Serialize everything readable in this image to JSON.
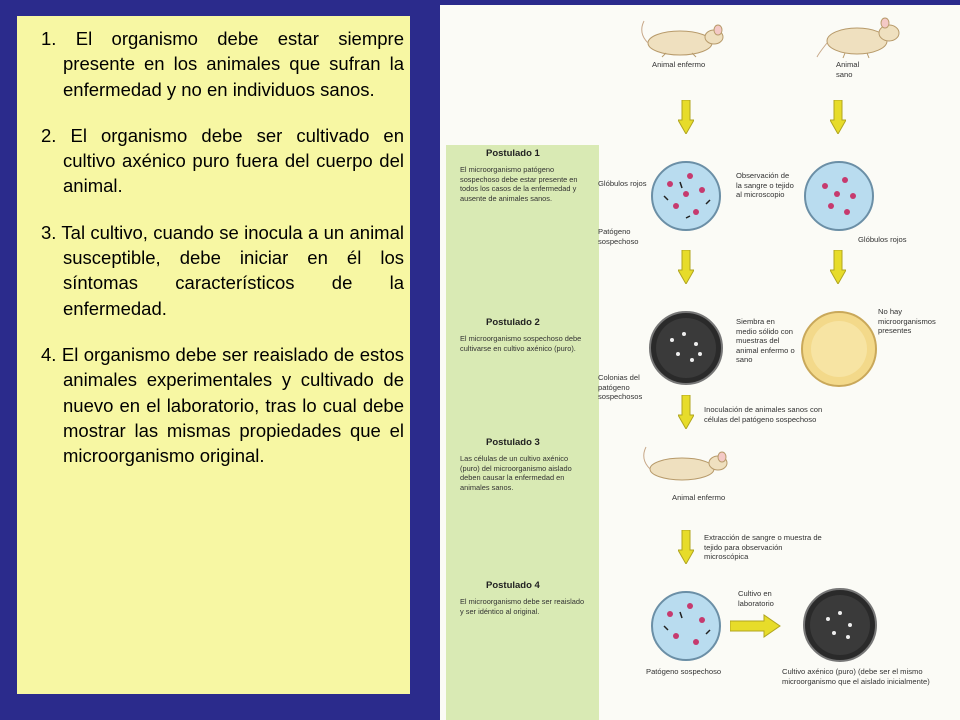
{
  "postulates_text": {
    "p1": "1. El organismo debe estar siempre presente en los animales que sufran la enfermedad y no en individuos sanos.",
    "p2": "2. El organismo debe ser cultivado en cultivo axénico puro fuera del cuerpo del animal.",
    "p3": "3. Tal cultivo, cuando se inocula a un animal susceptible, debe iniciar en él los síntomas característicos de la enfermedad.",
    "p4": "4. El organismo debe ser reaislado de estos animales experimentales y cultivado de nuevo en el laboratorio, tras lo cual debe mostrar las mismas propiedades que el microorganismo original."
  },
  "figure": {
    "animal_enfermo": "Animal enfermo",
    "animal_sano": "Animal sano",
    "postulado1_title": "Postulado 1",
    "postulado1_text": "El microorganismo patógeno sospechoso debe estar presente en todos los casos de la enfermedad y ausente de animales sanos.",
    "globulos_rojos_left": "Glóbulos rojos",
    "observacion": "Observación de la sangre o tejido al microscopio",
    "patogeno_sospechoso": "Patógeno sospechoso",
    "globulos_rojos_right": "Glóbulos rojos",
    "postulado2_title": "Postulado 2",
    "postulado2_text": "El microorganismo sospechoso debe cultivarse en cultivo axénico (puro).",
    "siembra": "Siembra en medio sólido con muestras del animal enfermo o sano",
    "no_hay": "No hay microorganismos presentes",
    "colonias": "Colonias del patógeno sospechosos",
    "inoculacion": "Inoculación de animales sanos con células del patógeno sospechoso",
    "postulado3_title": "Postulado 3",
    "postulado3_text": "Las células de un cultivo axénico (puro) del microorganismo aislado deben causar la enfermedad en animales sanos.",
    "animal_enfermo_2": "Animal enfermo",
    "extraccion": "Extracción de sangre o muestra de tejido para observación microscópica",
    "postulado4_title": "Postulado 4",
    "postulado4_text": "El microorganismo debe ser reaislado y ser idéntico al original.",
    "cultivo_lab": "Cultivo en laboratorio",
    "patogeno_sospechoso_2": "Patógeno sospechoso",
    "cultivo_axenico": "Cultivo axénico (puro) (debe ser el mismo microorganismo que el aislado inicialmente)"
  },
  "colors": {
    "background": "#2b2b8c",
    "text_box": "#f7f7a3",
    "postulate_band": "#d9eab4",
    "arrow": "#e7dc2a",
    "blood": "#b9dcef",
    "cell": "#c63a6e"
  }
}
